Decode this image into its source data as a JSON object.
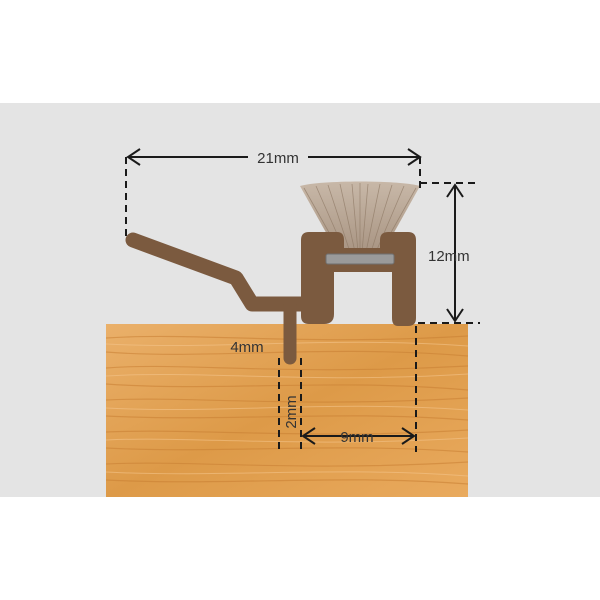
{
  "colors": {
    "panel": "#e4e4e4",
    "profile": "#7b5a3f",
    "brush": "#c7b6a5",
    "wood_light": "#e7ad62",
    "wood_dark": "#cf8738",
    "dimension_line": "#1a1a1a",
    "strip": "#9a9a9a"
  },
  "dimensions": {
    "overall_width": "21mm",
    "height": "12mm",
    "leg_depth": "4mm",
    "leg_width": "2mm",
    "channel_width": "9mm"
  }
}
